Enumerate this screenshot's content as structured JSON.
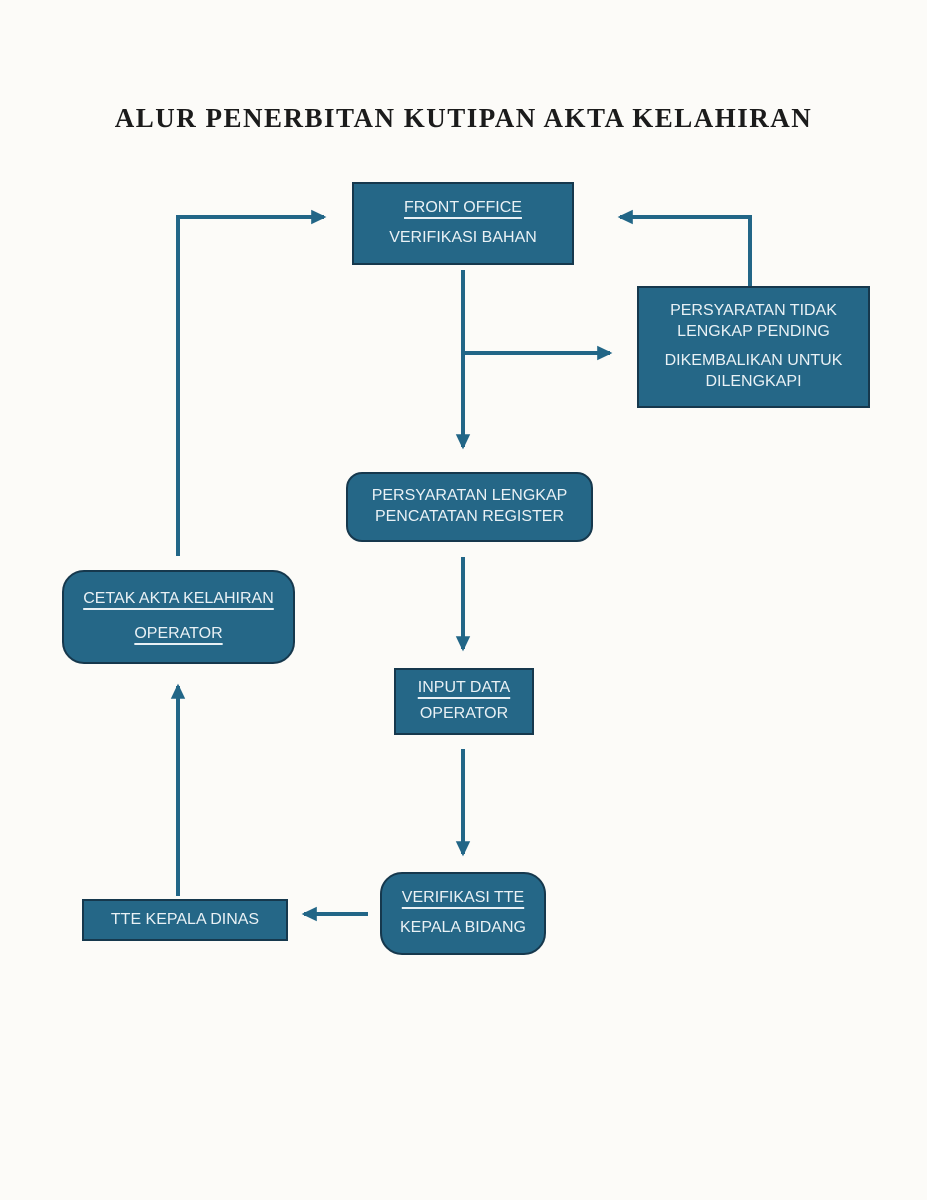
{
  "title": "ALUR PENERBITAN KUTIPAN AKTA KELAHIRAN",
  "colors": {
    "background": "#fcfbf8",
    "box_fill": "#256787",
    "box_border": "#16384d",
    "box_text": "#e9f1f5",
    "arrow": "#226687",
    "title_text": "#1b1b1b"
  },
  "nodes": {
    "front_office": {
      "lines": [
        "FRONT OFFICE",
        "VERIFIKASI BAHAN"
      ]
    },
    "persyaratan_tidak_lengkap": {
      "lines": [
        "PERSYARATAN TIDAK",
        "LENGKAP PENDING",
        "DIKEMBALIKAN UNTUK",
        "DILENGKAPI"
      ]
    },
    "persyaratan_lengkap": {
      "lines": [
        "PERSYARATAN LENGKAP",
        "PENCATATAN REGISTER"
      ]
    },
    "cetak_akta": {
      "lines": [
        "CETAK AKTA KELAHIRAN",
        "OPERATOR"
      ]
    },
    "input_data": {
      "lines": [
        "INPUT DATA",
        "OPERATOR"
      ]
    },
    "verifikasi_tte": {
      "lines": [
        "VERIFIKASI TTE",
        "KEPALA BIDANG"
      ]
    },
    "tte_kepala_dinas": {
      "lines": [
        "TTE KEPALA DINAS"
      ]
    }
  },
  "edges": [
    {
      "from": "cetak-akta-operator",
      "to": "front-office"
    },
    {
      "from": "front-office",
      "to": "persyaratan-lengkap"
    },
    {
      "from": "front-office",
      "to": "persyaratan-tidak-lengkap"
    },
    {
      "from": "persyaratan-tidak-lengkap",
      "to": "front-office"
    },
    {
      "from": "persyaratan-lengkap",
      "to": "input-data"
    },
    {
      "from": "input-data",
      "to": "verifikasi-tte"
    },
    {
      "from": "verifikasi-tte",
      "to": "tte-kepala-dinas"
    },
    {
      "from": "tte-kepala-dinas",
      "to": "cetak-akta-operator"
    }
  ]
}
